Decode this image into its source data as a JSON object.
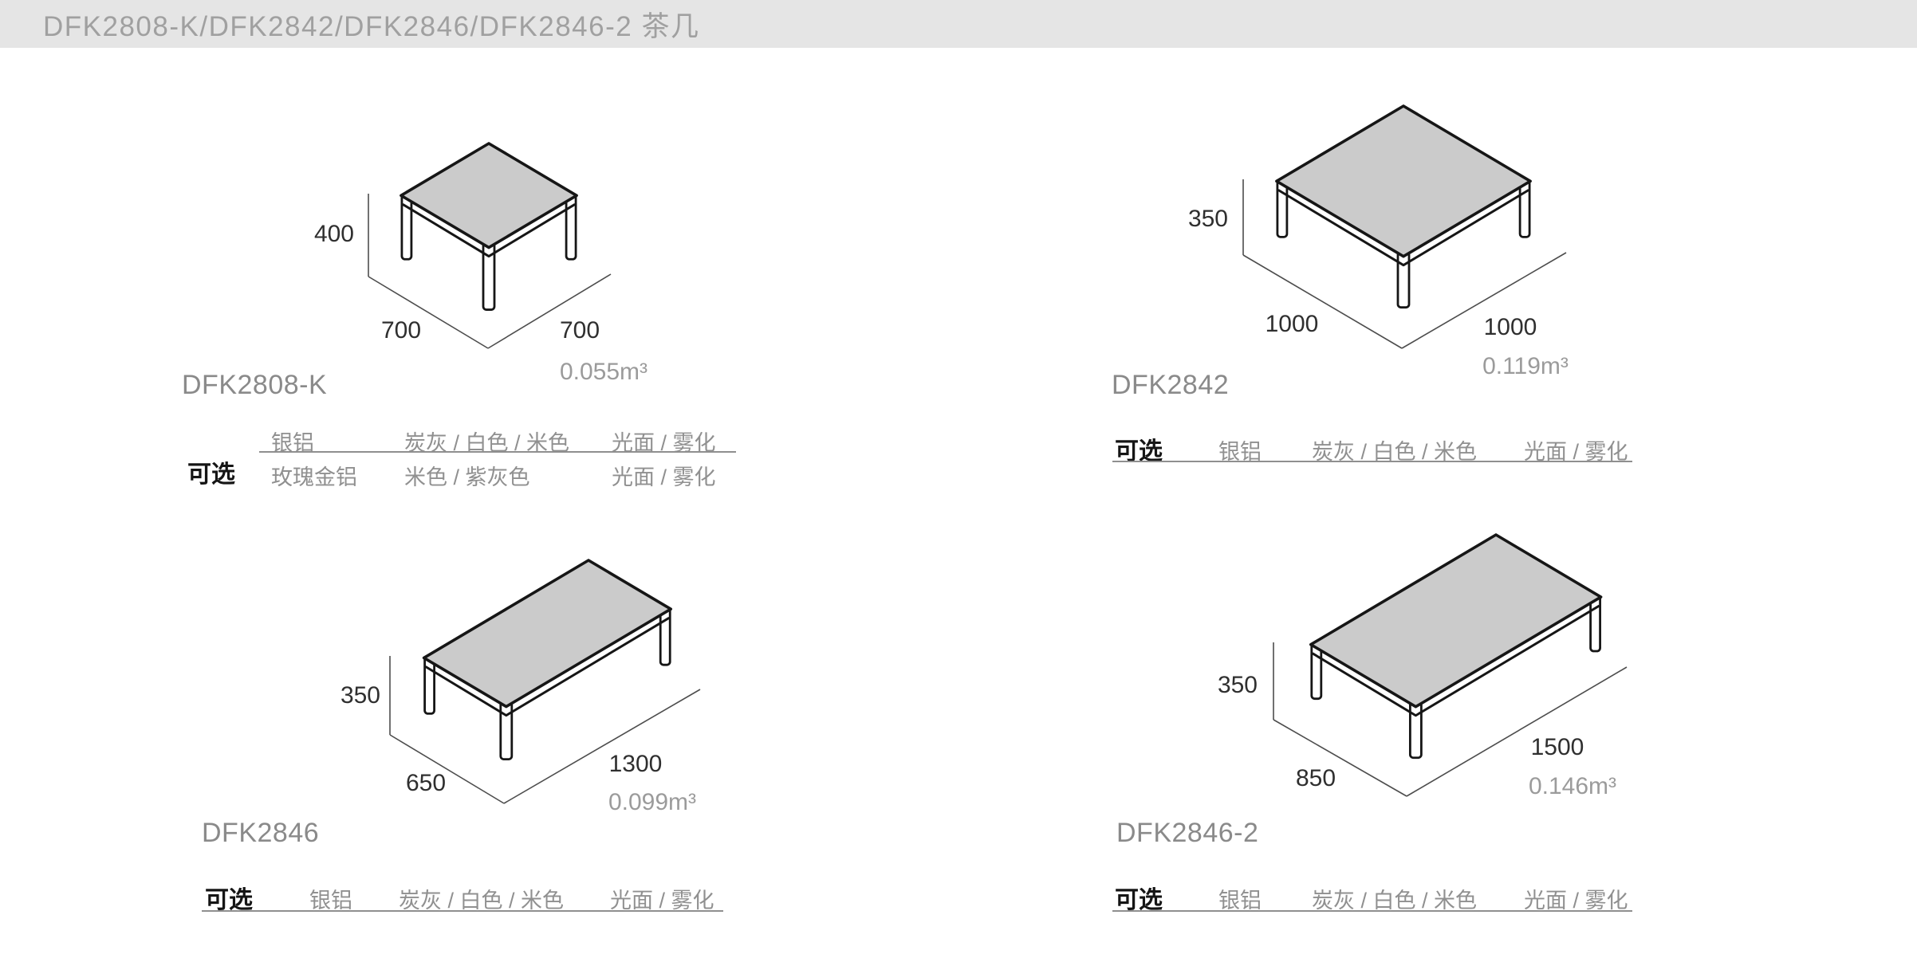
{
  "header": {
    "title": "DFK2808-K/DFK2842/DFK2846/DFK2846-2 茶几"
  },
  "labels": {
    "options": "可选"
  },
  "products": [
    {
      "model": "DFK2808-K",
      "height": "400",
      "depth": "700",
      "width": "700",
      "volume": "0.055m³",
      "options": [
        {
          "frame": "银铝",
          "colors": "炭灰 / 白色 / 米色",
          "finish": "光面 / 雾化"
        },
        {
          "frame": "玫瑰金铝",
          "colors": "米色 / 紫灰色",
          "finish": "光面 / 雾化"
        }
      ]
    },
    {
      "model": "DFK2842",
      "height": "350",
      "depth": "1000",
      "width": "1000",
      "volume": "0.119m³",
      "options": [
        {
          "frame": "银铝",
          "colors": "炭灰 / 白色 / 米色",
          "finish": "光面 / 雾化"
        }
      ]
    },
    {
      "model": "DFK2846",
      "height": "350",
      "depth": "650",
      "width": "1300",
      "volume": "0.099m³",
      "options": [
        {
          "frame": "银铝",
          "colors": "炭灰 / 白色 / 米色",
          "finish": "光面 / 雾化"
        }
      ]
    },
    {
      "model": "DFK2846-2",
      "height": "350",
      "depth": "850",
      "width": "1500",
      "volume": "0.146m³",
      "options": [
        {
          "frame": "银铝",
          "colors": "炭灰 / 白色 / 米色",
          "finish": "光面 / 雾化"
        }
      ]
    }
  ],
  "colors": {
    "header_bg": "#e5e5e5",
    "table_top_fill": "#cbcbcb",
    "outline": "#161616",
    "dim_line": "#4d4d4d",
    "text_gray": "#909090"
  }
}
